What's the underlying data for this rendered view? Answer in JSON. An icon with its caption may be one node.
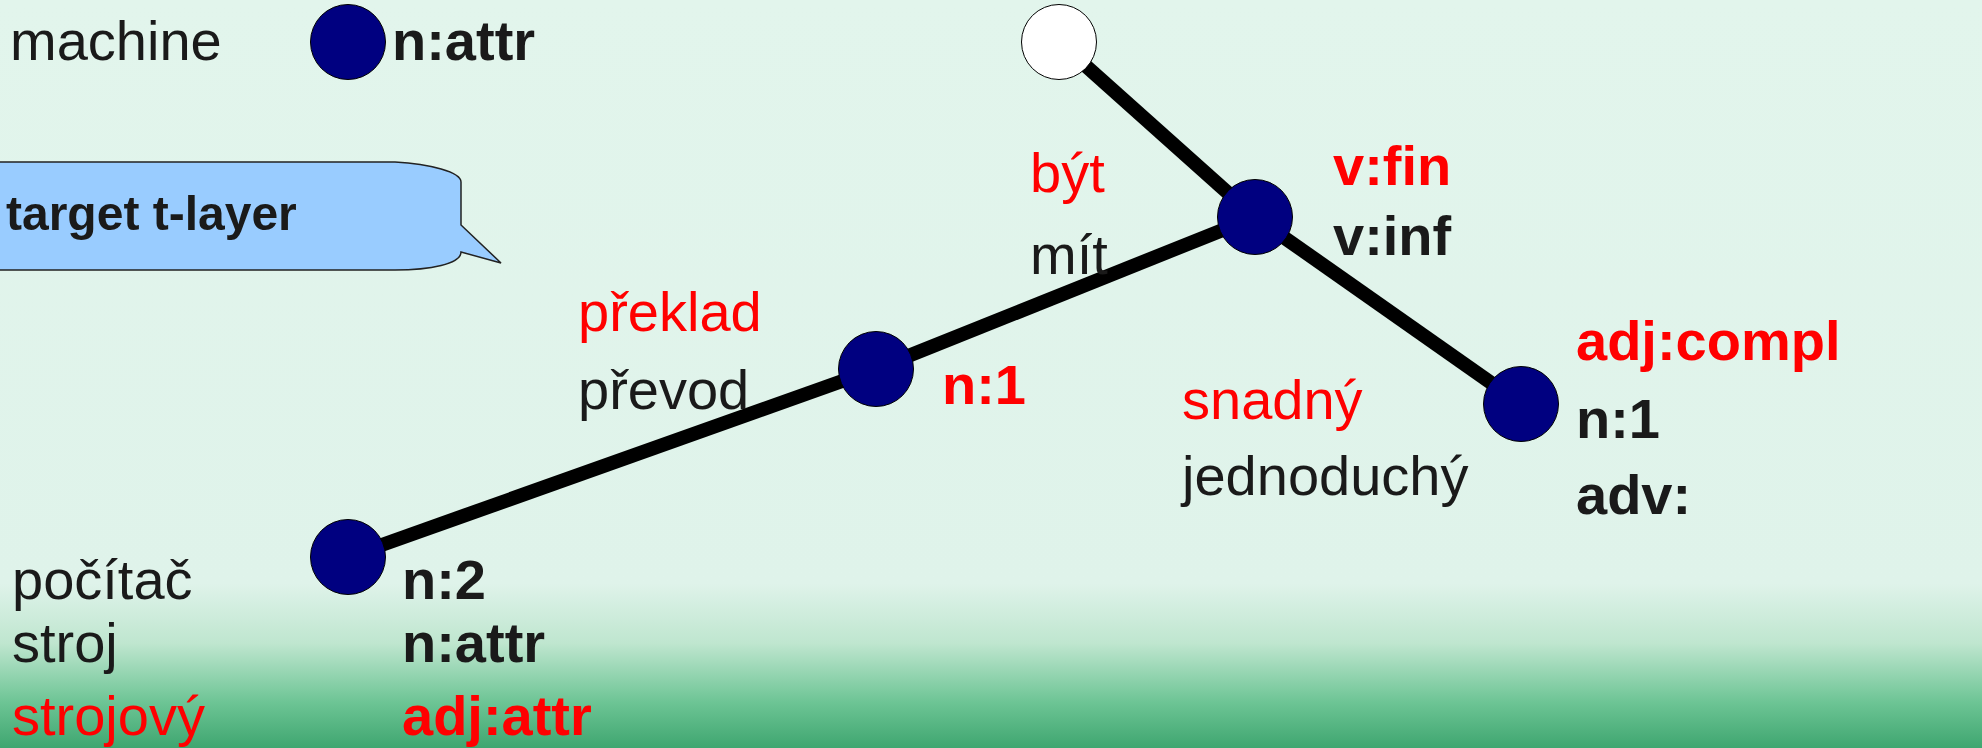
{
  "diagram": {
    "nodes": [
      {
        "text": [],
        "shape": "circle",
        "beside": [
          "machine",
          "n:attr"
        ]
      },
      {
        "text": [
          "target t-layer"
        ]
      },
      {
        "text": [],
        "shape": "circle"
      },
      {
        "text": [],
        "shape": "circle",
        "beside": [
          "být",
          "mít",
          "v:fin",
          "v:inf"
        ]
      },
      {
        "text": [],
        "shape": "circle",
        "beside": [
          "překlad",
          "převod",
          "n:1"
        ]
      },
      {
        "text": [],
        "shape": "circle",
        "beside": [
          "snadný",
          "jednoduchý",
          "adj:compl",
          "n:1",
          "adv:"
        ]
      },
      {
        "text": [],
        "shape": "circle",
        "beside": [
          "počítač",
          "stroj",
          "strojový",
          "n:2",
          "n:attr",
          "adj:attr"
        ]
      }
    ],
    "edges": [
      {
        "from": 2,
        "to": 3,
        "arrow": "none"
      },
      {
        "from": 3,
        "to": 4,
        "arrow": "none"
      },
      {
        "from": 3,
        "to": 5,
        "arrow": "none"
      },
      {
        "from": 4,
        "to": 6,
        "arrow": "none"
      }
    ]
  }
}
